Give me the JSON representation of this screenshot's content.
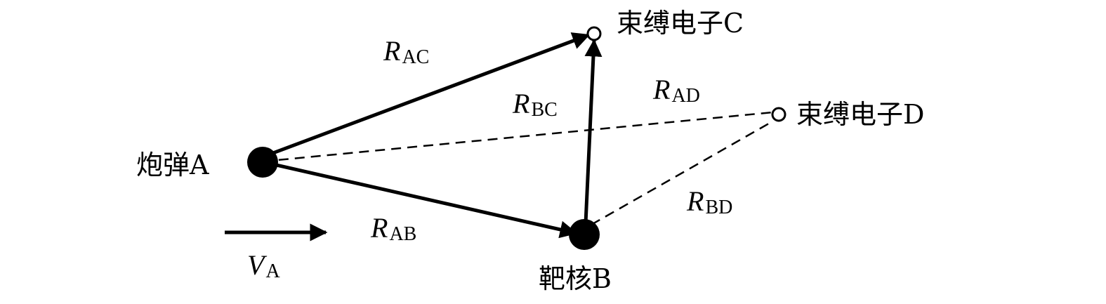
{
  "nodes": {
    "projectile": {
      "label": "炮弹A"
    },
    "target": {
      "label": "靶核B"
    },
    "electron_c": {
      "label": "束缚电子C"
    },
    "electron_d": {
      "label": "束缚电子D"
    }
  },
  "distances": {
    "ac": {
      "symbol": "R",
      "sub": "AC"
    },
    "ab": {
      "symbol": "R",
      "sub": "AB"
    },
    "bc": {
      "symbol": "R",
      "sub": "BC"
    },
    "ad": {
      "symbol": "R",
      "sub": "AD"
    },
    "bd": {
      "symbol": "R",
      "sub": "BD"
    }
  },
  "velocity": {
    "symbol": "V",
    "sub": "A"
  },
  "colors": {
    "ink": "#000000",
    "background": "#ffffff"
  }
}
